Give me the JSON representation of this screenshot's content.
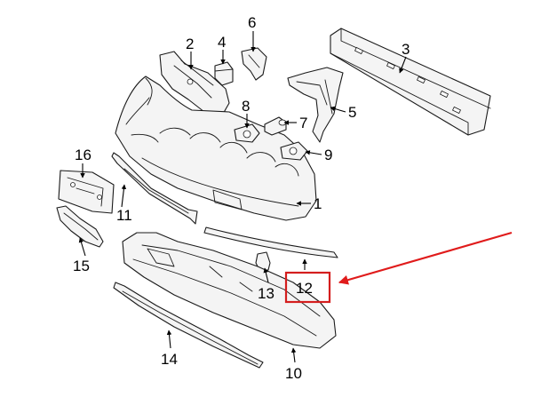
{
  "labels": {
    "p1": "1",
    "p2": "2",
    "p3": "3",
    "p4": "4",
    "p5": "5",
    "p6": "6",
    "p7": "7",
    "p8": "8",
    "p9": "9",
    "p10": "10",
    "p11": "11",
    "p12": "12",
    "p13": "13",
    "p14": "14",
    "p15": "15",
    "p16": "16"
  },
  "highlight": {
    "part": "12",
    "color": "#d41e1e"
  },
  "pointer_color": "#e01b1b"
}
